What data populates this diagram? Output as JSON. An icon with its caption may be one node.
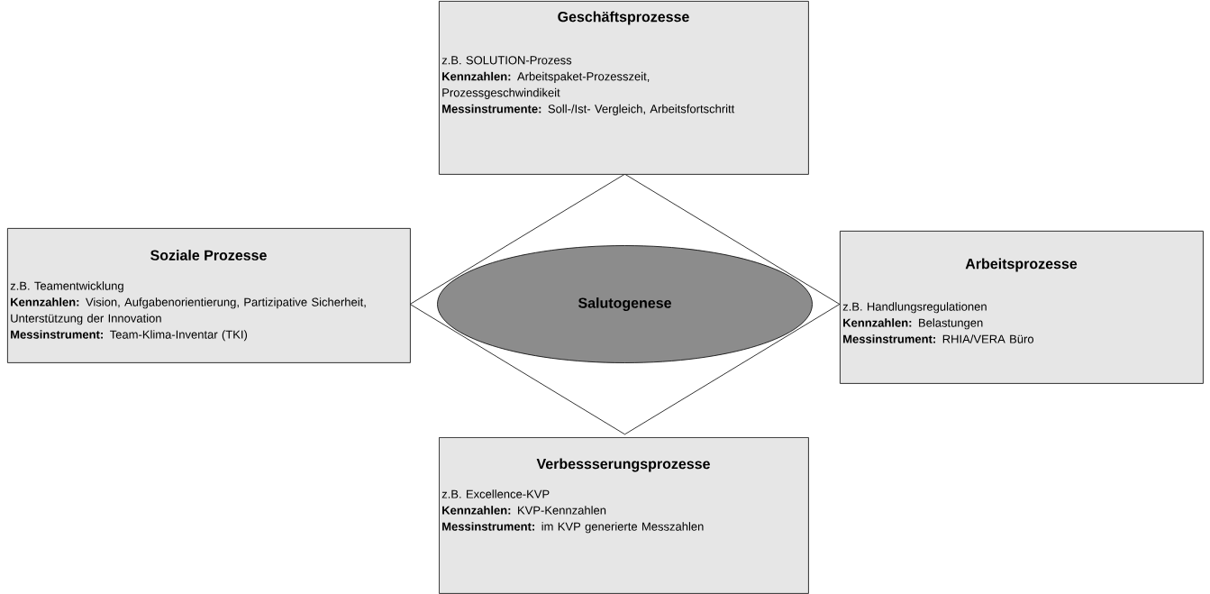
{
  "diagram": {
    "nodes": [
      {
        "text": [
          "Geschäftsprozesse",
          "z.B. SOLUTION-Prozess",
          "**Kennzahlen:** Arbeitspaket-Prozesszeit, Prozessgeschwindikeit",
          "**Messinstrumente:** Soll-/Ist- Vergleich, Arbeitsfortschritt"
        ]
      },
      {
        "text": [
          "Soziale Prozesse",
          "z.B. Teamentwicklung",
          "**Kennzahlen:** Vision, Aufgabenorientierung, Partizipative Sicherheit, Unterstützung der Innovation",
          "**Messinstrument:** Team-Klima-Inventar (TKI)"
        ]
      },
      {
        "text": [],
        "shape": "diamond"
      },
      {
        "text": [
          "Salutogenese"
        ],
        "in": 2
      },
      {
        "text": [
          "Arbeitsprozesse",
          "z.B. Handlungsregulationen",
          "**Kennzahlen:** Belastungen",
          "**Messinstrument:** RHIA/VERA Büro"
        ]
      },
      {
        "text": [
          "Verbessserungsprozesse",
          "z.B. Excellence-KVP",
          "**Kennzahlen:** KVP-Kennzahlen",
          "**Messinstrument:** im KVP generierte Messzahlen"
        ]
      }
    ]
  }
}
